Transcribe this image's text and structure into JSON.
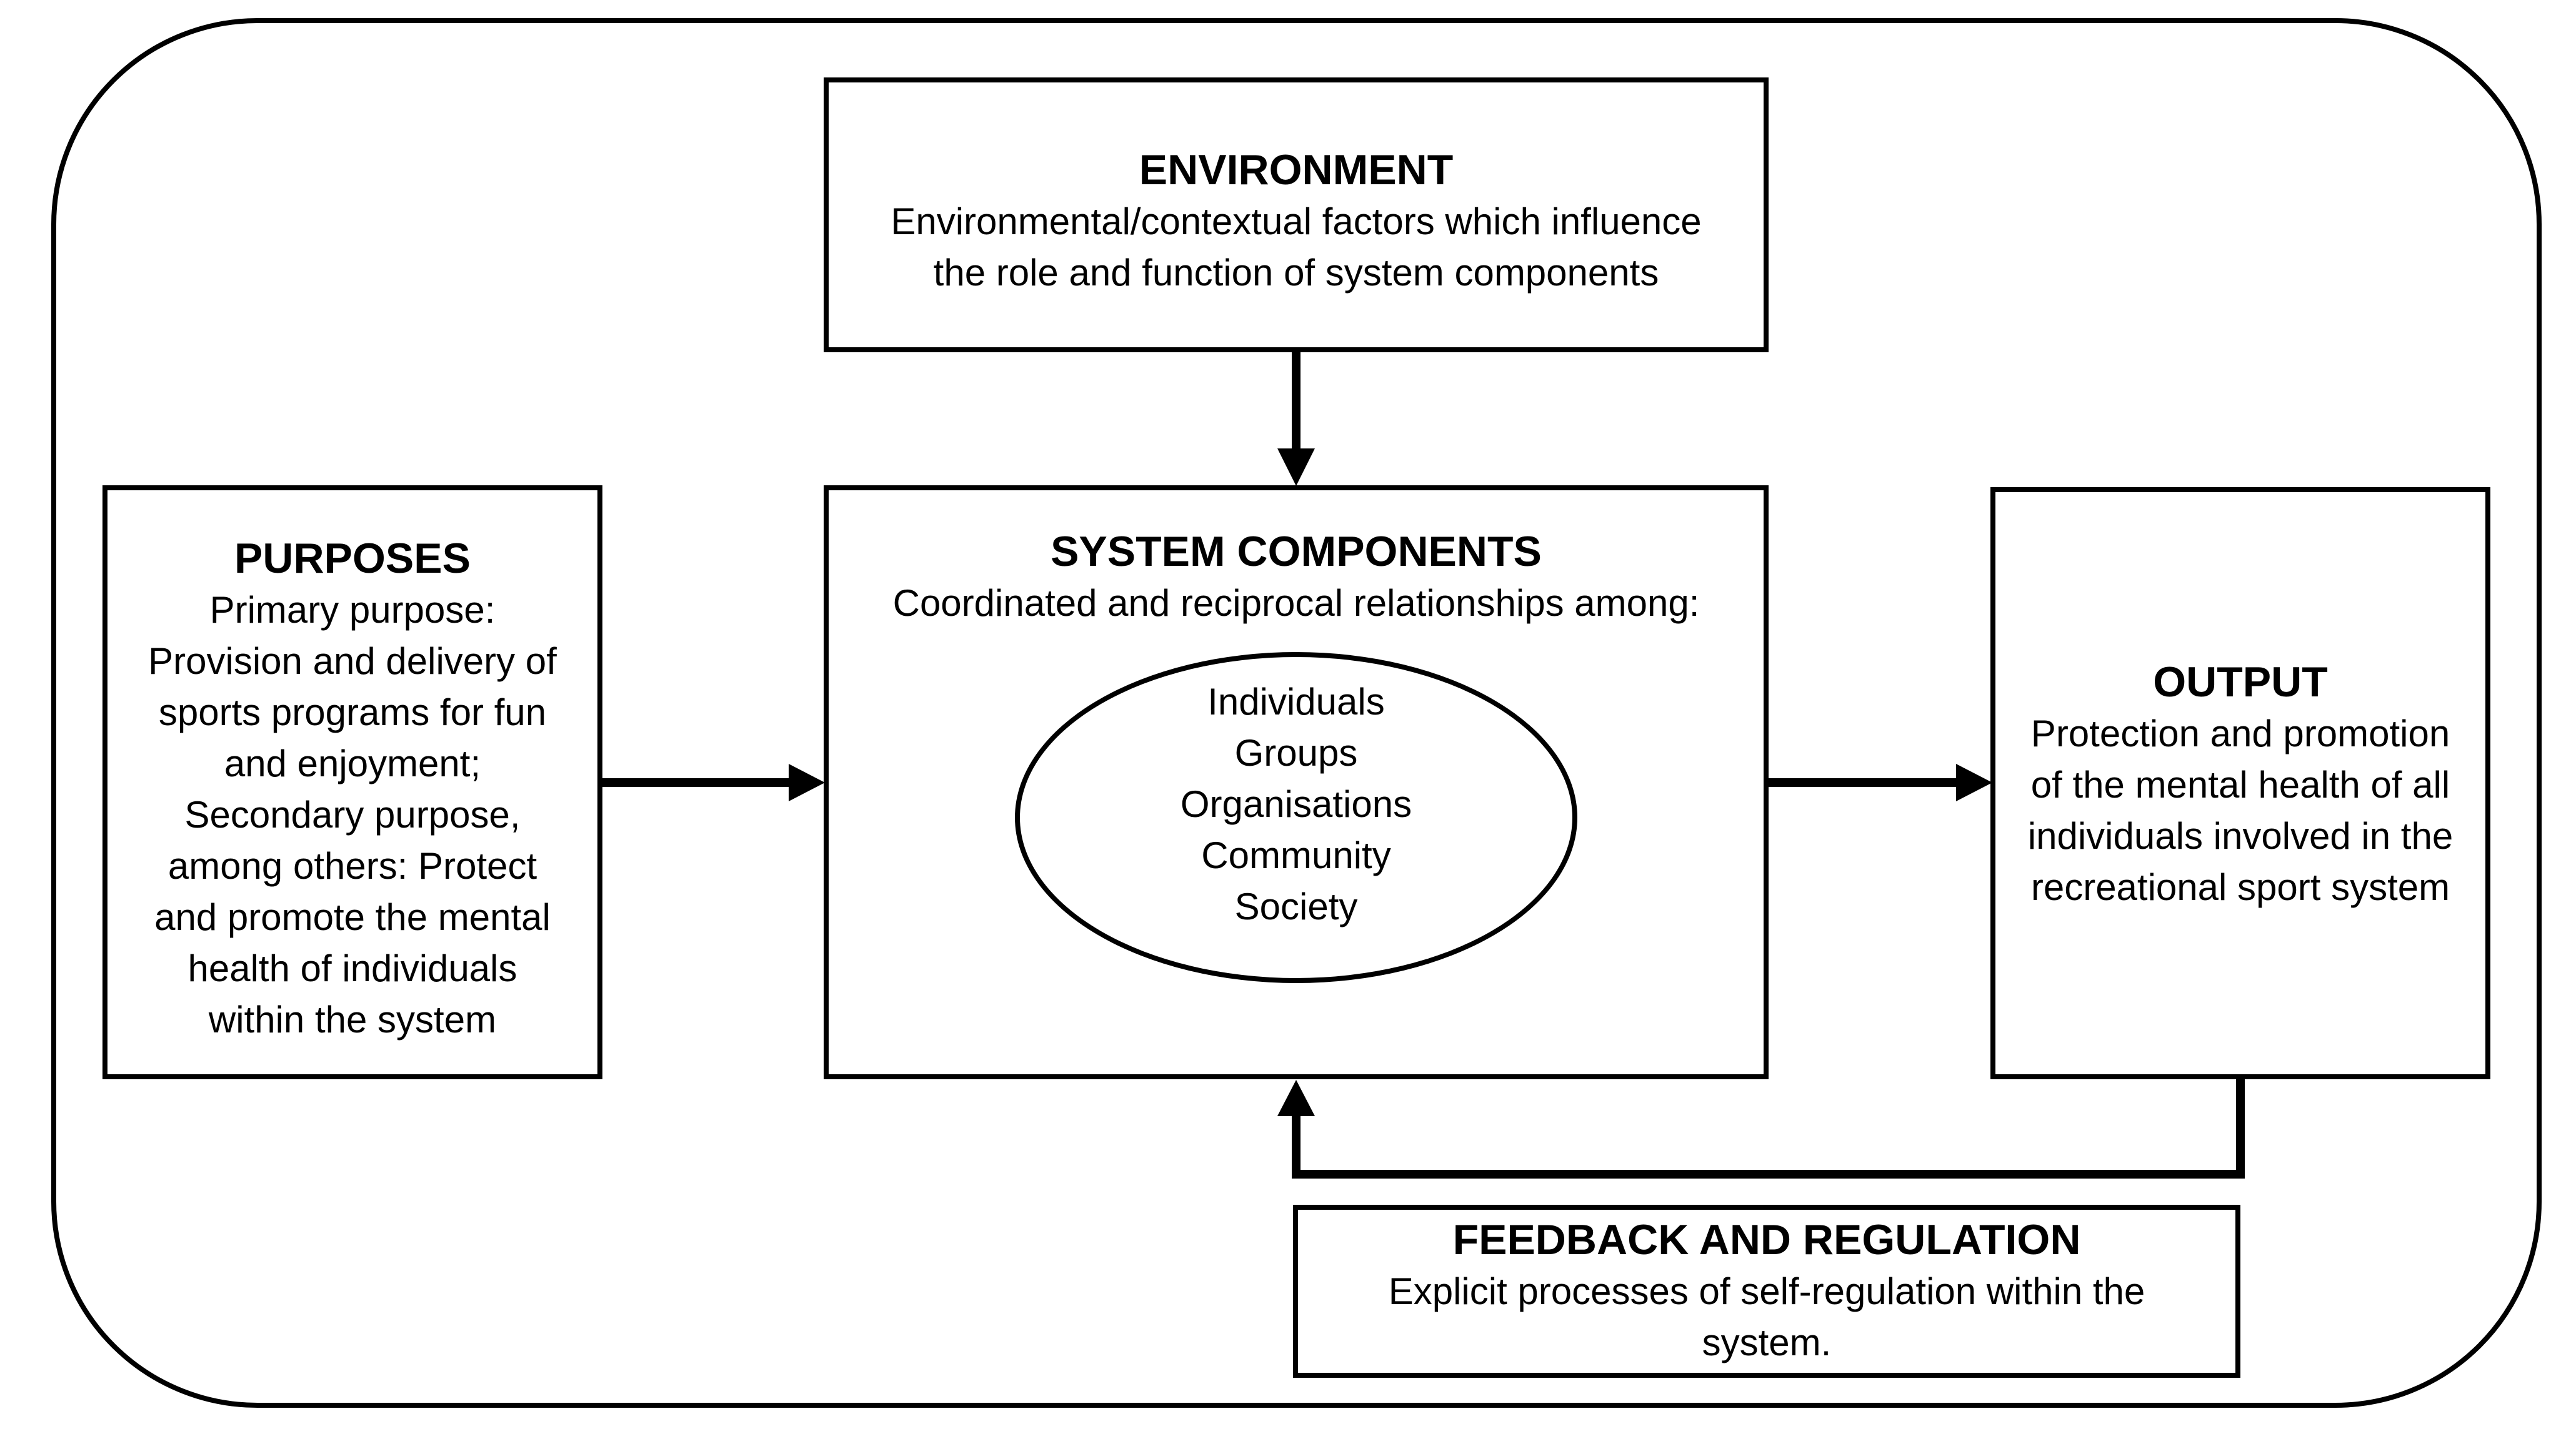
{
  "environment": {
    "title": "ENVIRONMENT",
    "lines": [
      "Environmental/contextual factors which influence",
      "the role and function of system components"
    ]
  },
  "system_components": {
    "title": "SYSTEM COMPONENTS",
    "subtitle": "Coordinated and reciprocal relationships among:",
    "items": [
      "Individuals",
      "Groups",
      "Organisations",
      "Community",
      "Society"
    ]
  },
  "purposes": {
    "title": "PURPOSES",
    "lines": [
      "Primary purpose:",
      "Provision and delivery of",
      "sports programs for fun",
      "and enjoyment;",
      "Secondary purpose,",
      "among others: Protect",
      "and promote the mental",
      "health of individuals",
      "within the system"
    ]
  },
  "output": {
    "title": "OUTPUT",
    "lines": [
      "Protection and promotion",
      "of the mental health of all",
      "individuals involved in the",
      "recreational sport system"
    ]
  },
  "feedback": {
    "title": "FEEDBACK AND REGULATION",
    "lines": [
      "Explicit processes of self-regulation within the",
      "system."
    ]
  }
}
